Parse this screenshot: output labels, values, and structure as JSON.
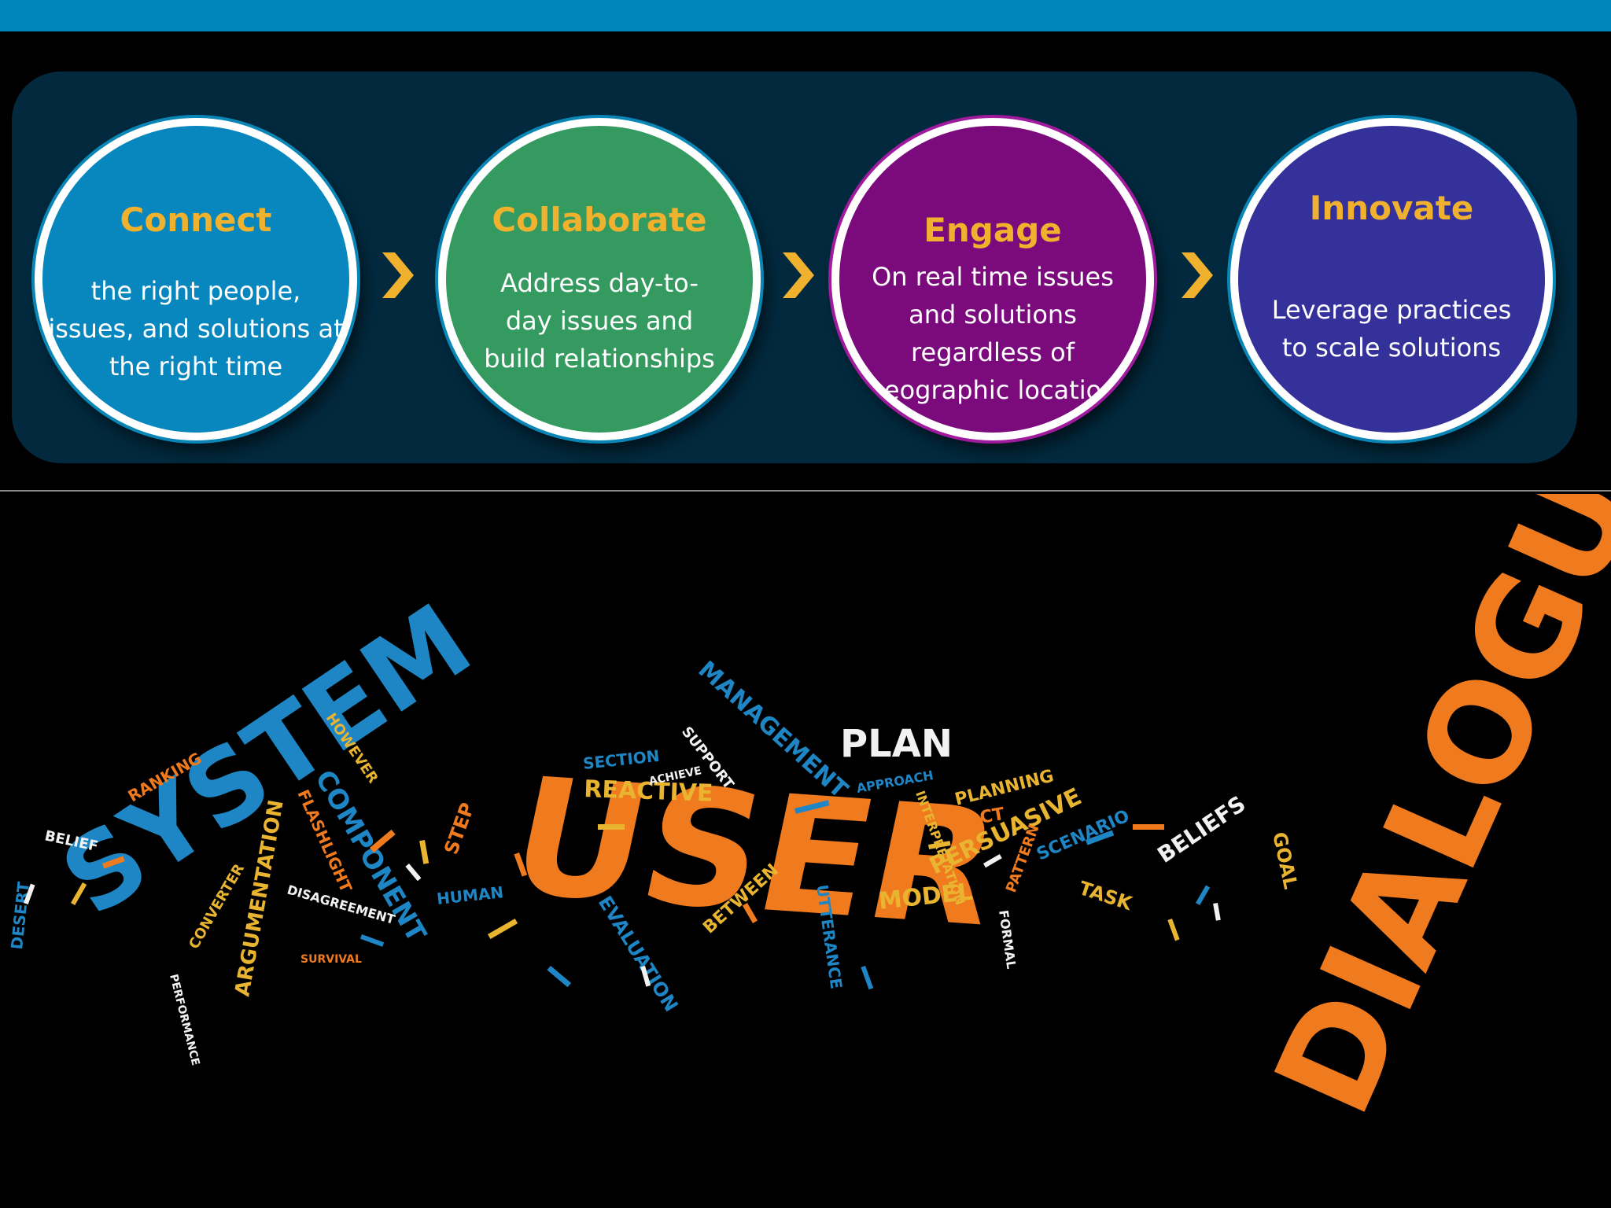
{
  "colors": {
    "top_bar": "#0085b8",
    "panel": "#02293d",
    "title_gold": "#f0b22e",
    "connect": "#0787be",
    "collaborate": "#359a60",
    "engage": "#7b0a7c",
    "innovate": "#35319b",
    "cloud_orange": "#f07a1e",
    "cloud_blue": "#1f86c6",
    "cloud_gold": "#e9b430"
  },
  "steps": [
    {
      "title": "Connect",
      "description": "the right people, issues, and solutions at the right time"
    },
    {
      "title": "Collaborate",
      "description": "Address day-to-day issues and build relationships"
    },
    {
      "title": "Engage",
      "description": "On real time issues and solutions regardless of geographic location"
    },
    {
      "title": "Innovate",
      "description": "Leverage practices to scale solutions"
    }
  ],
  "arrow_icon": "chevron-right-icon",
  "word_cloud": {
    "major": [
      "DIALOGUE",
      "USER",
      "SYSTEM",
      "PLAN",
      "REACTIVE",
      "MANAGEMENT",
      "COMPONENT"
    ],
    "words": [
      "PERSUASIVE",
      "MODEL",
      "BELIEFS",
      "TASK",
      "GOAL",
      "PLANNING",
      "FACT",
      "SCENARIO",
      "ARGUMENTATION",
      "FLASHLIGHT",
      "SUPPORT",
      "SECTION",
      "STEP",
      "EVALUATION",
      "BETWEEN",
      "UTTERANCE",
      "HUMAN",
      "PATTERN",
      "RANKING",
      "HOWEVER",
      "DESERT",
      "BELIEF",
      "CONVERTER",
      "DISAGREEMENT",
      "APPROACH",
      "ACHIEVE",
      "INTERPRETATION",
      "SURVIVAL",
      "PERFORMANCE",
      "FORMAL"
    ]
  }
}
